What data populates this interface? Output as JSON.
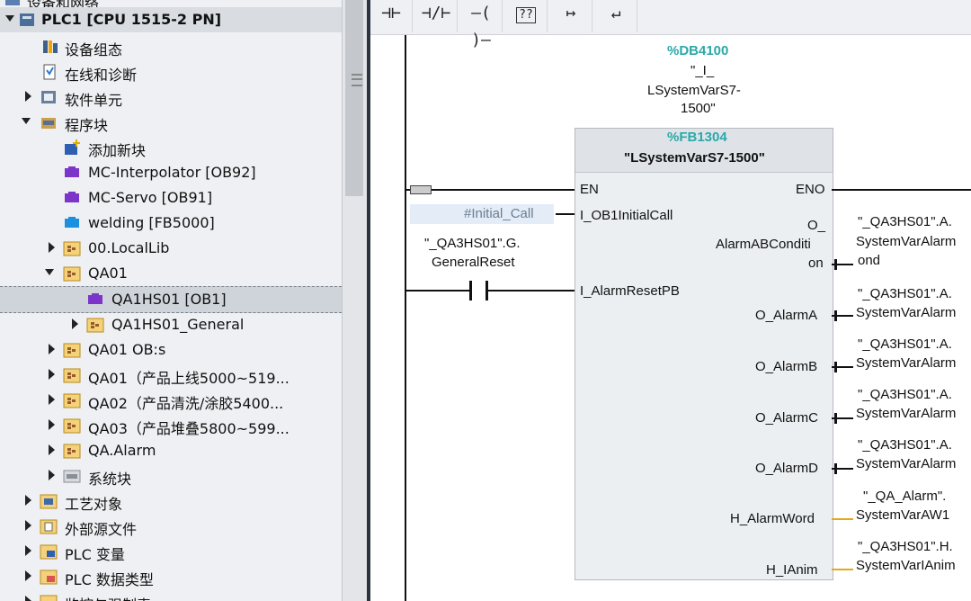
{
  "tree": {
    "top_partial": "设备和网络",
    "plc_root": "PLC1 [CPU 1515-2 PN]",
    "items": [
      {
        "label": "设备组态"
      },
      {
        "label": "在线和诊断"
      },
      {
        "label": "软件单元"
      },
      {
        "label": "程序块"
      },
      {
        "label": "添加新块"
      },
      {
        "label": "MC-Interpolator [OB92]"
      },
      {
        "label": "MC-Servo [OB91]"
      },
      {
        "label": "welding [FB5000]"
      },
      {
        "label": "00.LocalLib"
      },
      {
        "label": "QA01"
      },
      {
        "label": "QA1HS01 [OB1]"
      },
      {
        "label": "QA1HS01_General"
      },
      {
        "label": "QA01 OB:s"
      },
      {
        "label": "QA01（产品上线5000~519..."
      },
      {
        "label": "QA02（产品清洗/涂胶5400..."
      },
      {
        "label": "QA03（产品堆叠5800~599..."
      },
      {
        "label": "QA.Alarm"
      },
      {
        "label": "系统块"
      },
      {
        "label": "工艺对象"
      },
      {
        "label": "外部源文件"
      },
      {
        "label": "PLC 变量"
      },
      {
        "label": "PLC 数据类型"
      },
      {
        "label": "监控与强制表"
      }
    ]
  },
  "toolbar": {
    "buttons": [
      {
        "label": "⊣⊢",
        "name": "no-contact"
      },
      {
        "label": "⊣/⊢",
        "name": "nc-contact"
      },
      {
        "label": "–( )–",
        "name": "coil"
      },
      {
        "label": "??",
        "name": "empty-box"
      },
      {
        "label": "↦",
        "name": "open-branch"
      },
      {
        "label": "↵",
        "name": "close-branch"
      }
    ]
  },
  "block": {
    "instance_db": "%DB4100",
    "instance_name_lines": [
      "\"_I_",
      "LSystemVarS7-",
      "1500\""
    ],
    "fb_number": "%FB1304",
    "fb_name": "\"LSystemVarS7-1500\"",
    "en": "EN",
    "eno": "ENO",
    "in_initial_call": "I_OB1InitialCall",
    "in_alarm_reset": "I_AlarmResetPB",
    "out_abcond_lines": [
      "O_",
      "AlarmABConditi",
      "on"
    ],
    "out_alarm_a": "O_AlarmA",
    "out_alarm_b": "O_AlarmB",
    "out_alarm_c": "O_AlarmC",
    "out_alarm_d": "O_AlarmD",
    "out_alarm_word": "H_AlarmWord",
    "out_ianim": "H_IAnim"
  },
  "operands": {
    "initial_call": "#Initial_Call",
    "general_reset_lines": [
      "\"_QA3HS01\".G.",
      "GeneralReset"
    ],
    "abcond_lines": [
      "\"_QA3HS01\".A.",
      "SystemVarAlarm",
      "ond"
    ],
    "alarm_a_lines": [
      "\"_QA3HS01\".A.",
      "SystemVarAlarm"
    ],
    "alarm_b_lines": [
      "\"_QA3HS01\".A.",
      "SystemVarAlarm"
    ],
    "alarm_c_lines": [
      "\"_QA3HS01\".A.",
      "SystemVarAlarm"
    ],
    "alarm_d_lines": [
      "\"_QA3HS01\".A.",
      "SystemVarAlarm"
    ],
    "alarm_word_lines": [
      "\"_QA_Alarm\".",
      "SystemVarAW1"
    ],
    "ianim_lines": [
      "\"_QA3HS01\".H.",
      "SystemVarIAnim"
    ]
  },
  "colors": {
    "accent_teal": "#2aa9a9",
    "wire_orange": "#e6a817",
    "block_header": "#dfe3e8",
    "block_body": "#eceff2"
  }
}
